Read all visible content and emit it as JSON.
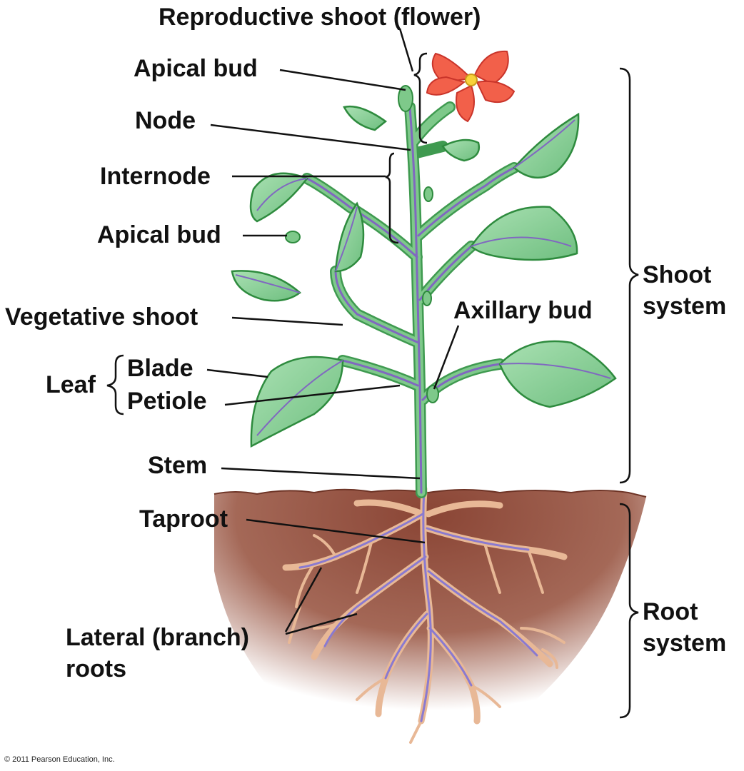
{
  "labels": {
    "reproductive_shoot": "Reproductive shoot (flower)",
    "apical_bud_top": "Apical bud",
    "node": "Node",
    "internode": "Internode",
    "apical_bud_side": "Apical bud",
    "vegetative_shoot": "Vegetative shoot",
    "axillary_bud": "Axillary bud",
    "leaf": "Leaf",
    "blade": "Blade",
    "petiole": "Petiole",
    "stem": "Stem",
    "taproot": "Taproot",
    "lateral_roots_line1": "Lateral (branch)",
    "lateral_roots_line2": "roots",
    "shoot_system_line1": "Shoot",
    "shoot_system_line2": "system",
    "root_system_line1": "Root",
    "root_system_line2": "system"
  },
  "copyright": "© 2011 Pearson Education, Inc.",
  "colors": {
    "leaf_fill": "#8fd19e",
    "leaf_outline": "#2e8b3e",
    "vein": "#8068c0",
    "stem": "#7ec98a",
    "flower": "#f2604a",
    "stamen": "#f7d23a",
    "soil": "#8b4a3a",
    "root": "#f0c9a8",
    "root_vein": "#8a7ad0",
    "bracket": "#111111"
  }
}
